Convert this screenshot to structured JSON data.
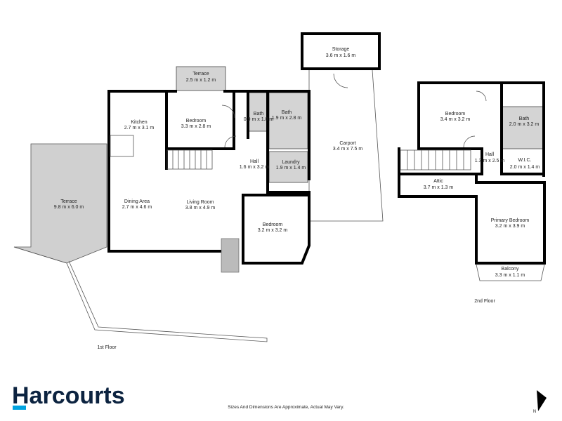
{
  "rooms_1st": {
    "storage": {
      "name": "Storage",
      "size": "3.6 m x 1.6 m"
    },
    "terrace_small": {
      "name": "Terrace",
      "size": "2.5 m x 1.2 m"
    },
    "kitchen": {
      "name": "Kitchen",
      "size": "2.7 m x 3.1 m"
    },
    "bedroom1": {
      "name": "Bedroom",
      "size": "3.3 m x 2.8 m"
    },
    "bath_small": {
      "name": "Bath",
      "size": "0.9 m x 1.8 m"
    },
    "bath1": {
      "name": "Bath",
      "size": "1.9 m x 2.8 m"
    },
    "carport": {
      "name": "Carport",
      "size": "3.4 m x 7.5 m"
    },
    "hall": {
      "name": "Hall",
      "size": "1.6 m x 3.2 m"
    },
    "laundry": {
      "name": "Laundry",
      "size": "1.9 m x 1.4 m"
    },
    "terrace_large": {
      "name": "Terrace",
      "size": "9.8 m x 6.0 m"
    },
    "dining": {
      "name": "Dining Area",
      "size": "2.7 m x 4.6 m"
    },
    "living": {
      "name": "Living Room",
      "size": "3.8 m x 4.9 m"
    },
    "bedroom2": {
      "name": "Bedroom",
      "size": "3.2 m x 3.2 m"
    }
  },
  "rooms_2nd": {
    "bedroom": {
      "name": "Bedroom",
      "size": "3.4 m x 3.2 m"
    },
    "bath": {
      "name": "Bath",
      "size": "2.0 m x 3.2 m"
    },
    "hall": {
      "name": "Hall",
      "size": "1.3 m x 2.5 m"
    },
    "wic": {
      "name": "W.I.C.",
      "size": "2.0 m x 1.4 m"
    },
    "attic": {
      "name": "Attic",
      "size": "3.7 m x 1.3 m"
    },
    "primary": {
      "name": "Primary Bedroom",
      "size": "3.2 m x 3.9 m"
    },
    "balcony": {
      "name": "Balcony",
      "size": "3.3 m x 1.1 m"
    }
  },
  "floor_labels": {
    "first": "1st Floor",
    "second": "2nd Floor"
  },
  "footer": {
    "brand": "Harcourts",
    "disclaimer": "Sizes And Dimensions Are Approximate, Actual May Vary.",
    "north_label": "N"
  },
  "colors": {
    "brand_navy": "#0c2340",
    "brand_blue": "#00a3e0",
    "wet_area_grey": "#d4d4d4"
  }
}
